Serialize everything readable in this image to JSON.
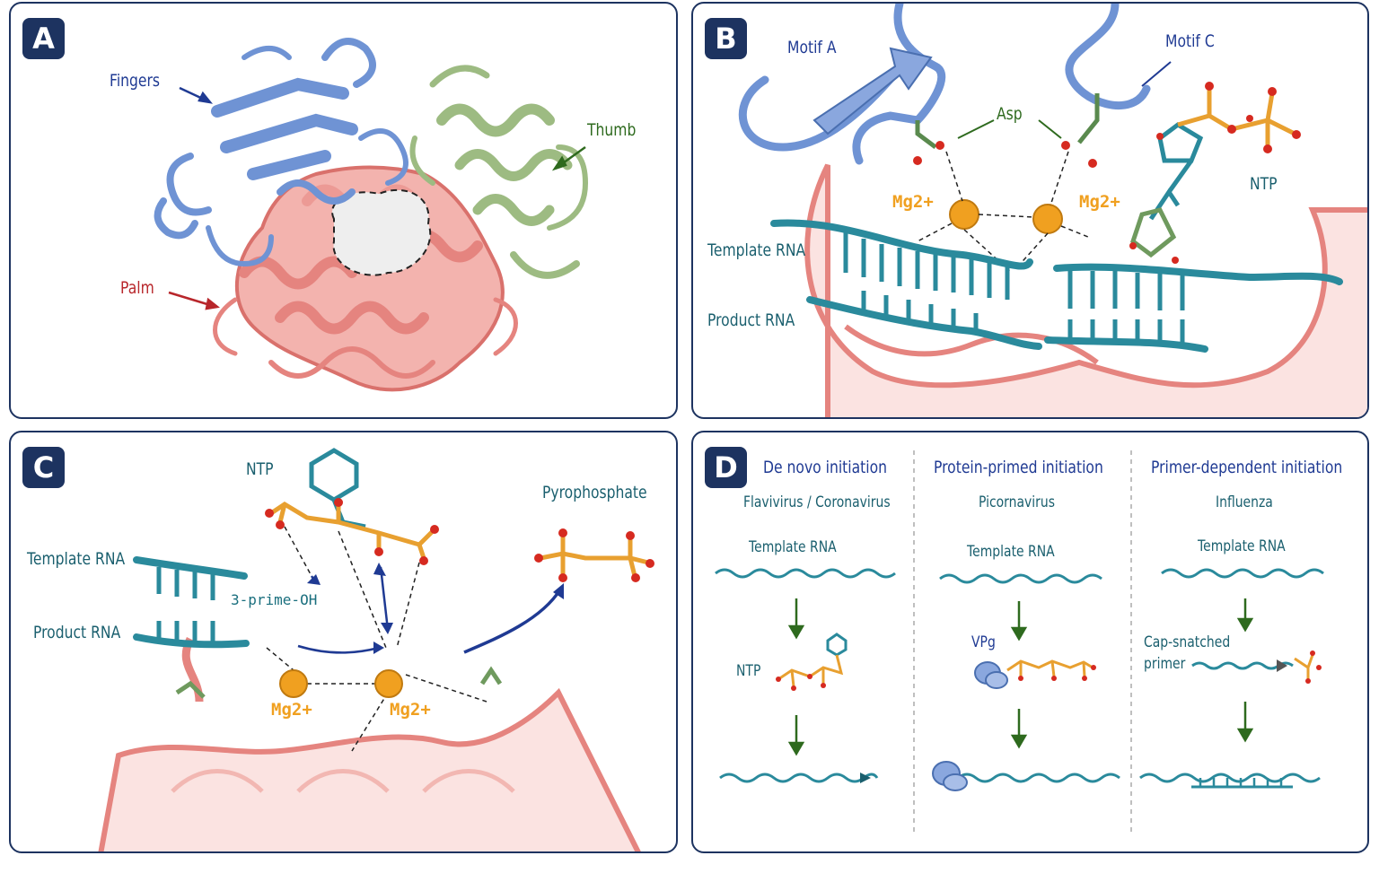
{
  "panel_a": {
    "badge": "A",
    "fingers": "Fingers",
    "thumb": "Thumb",
    "palm": "Palm"
  },
  "panel_b": {
    "badge": "B",
    "motif_a": "Motif A",
    "motif_c": "Motif C",
    "asp": "Asp",
    "mg_left": "Mg2+",
    "mg_right": "Mg2+",
    "ntp": "NTP",
    "template_rna": "Template RNA",
    "product_rna": "Product RNA"
  },
  "panel_c": {
    "badge": "C",
    "ntp": "NTP",
    "pyrophosphate": "Pyrophosphate",
    "template_rna": "Template RNA",
    "product_rna": "Product RNA",
    "three_prime": "3-prime-OH",
    "mg_left": "Mg2+",
    "mg_right": "Mg2+"
  },
  "panel_d": {
    "badge": "D",
    "columns": [
      {
        "title": "De novo initiation",
        "subtitle": "Flavivirus / Coronavirus",
        "template": "Template RNA",
        "extra": "NTP"
      },
      {
        "title": "Protein-primed initiation",
        "subtitle": "Picornavirus",
        "template": "Template RNA",
        "extra": "VPg"
      },
      {
        "title": "Primer-dependent initiation",
        "subtitle": "Influenza",
        "template": "Template RNA",
        "extra": "Cap-snatched",
        "extra2": "primer"
      }
    ]
  },
  "colors": {
    "navy": "#1d3360",
    "fingers": "#6f93d4",
    "thumb": "#9dbb82",
    "palm": "#e5847f",
    "rna": "#2a8a9c",
    "magnesium": "#f0a020",
    "phosphate": "#e8a030"
  }
}
